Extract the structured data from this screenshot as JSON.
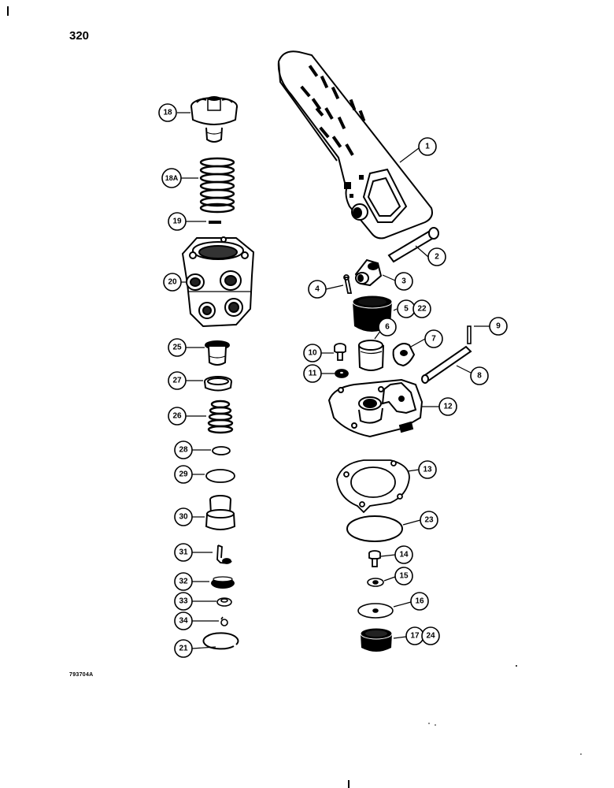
{
  "page_number": "320",
  "figure_code": "793704A",
  "callouts": {
    "c1": "1",
    "c2": "2",
    "c3": "3",
    "c4": "4",
    "c5": "5",
    "c22": "22",
    "c6": "6",
    "c7": "7",
    "c8": "8",
    "c9": "9",
    "c10": "10",
    "c11": "11",
    "c12": "12",
    "c13": "13",
    "c14": "14",
    "c15": "15",
    "c16": "16",
    "c17": "17",
    "c24": "24",
    "c18": "18",
    "c18a": "18A",
    "c19": "19",
    "c20": "20",
    "c21": "21",
    "c23": "23",
    "c25": "25",
    "c26": "26",
    "c27": "27",
    "c28": "28",
    "c29": "29",
    "c30": "30",
    "c31": "31",
    "c32": "32",
    "c33": "33",
    "c34": "34"
  }
}
